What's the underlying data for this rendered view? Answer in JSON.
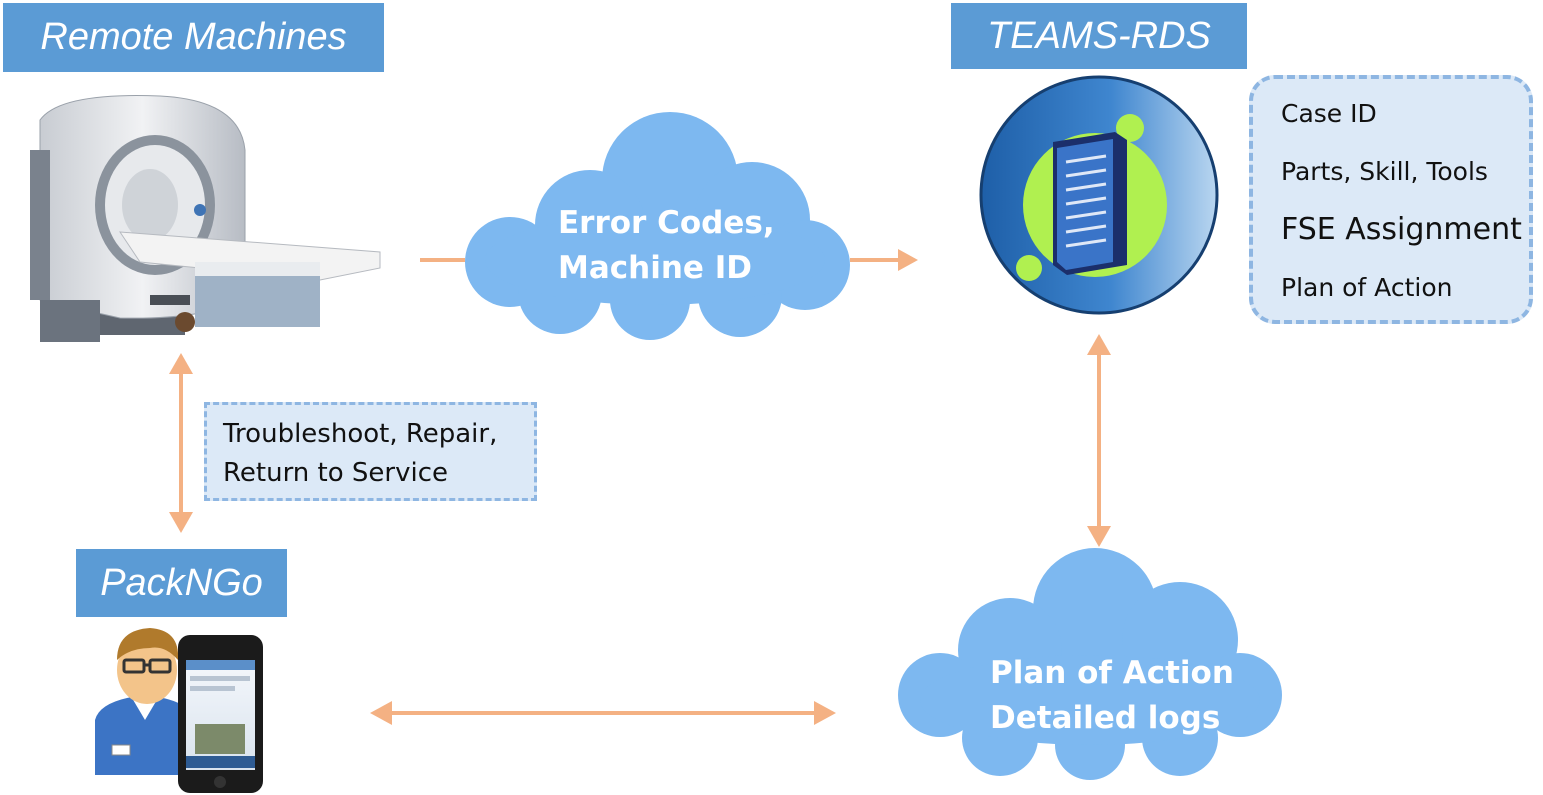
{
  "titles": {
    "remote_machines": "Remote Machines",
    "teams_rds": "TEAMS-RDS",
    "packngo": "PackNGo"
  },
  "cloud_top": {
    "line1": "Error Codes,",
    "line2": "Machine ID"
  },
  "cloud_bottom": {
    "line1": "Plan of Action",
    "line2": "Detailed logs"
  },
  "teams_details": [
    "Case ID",
    "Parts, Skill, Tools",
    "FSE Assignment",
    "Plan of Action"
  ],
  "troubleshoot": {
    "line1": "Troubleshoot, Repair,",
    "line2": "Return to Service"
  },
  "colors": {
    "title_bg": "#5b9bd5",
    "cloud": "#7db8f0",
    "arrow": "#f4b183",
    "dashed_border": "#8eb6e2",
    "box_fill": "#dce9f7"
  },
  "icons": [
    "mri-scanner-icon",
    "server-rack-icon",
    "technician-icon",
    "smartphone-icon"
  ]
}
